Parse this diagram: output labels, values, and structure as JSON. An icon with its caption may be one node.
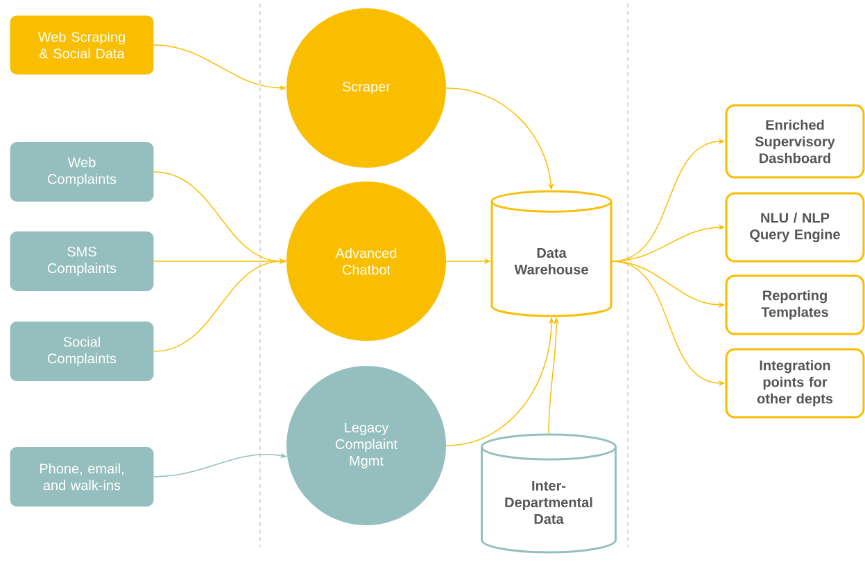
{
  "diagram": {
    "nodes": [
      {
        "text": [
          "Web Scraping & Social Data"
        ]
      },
      {
        "text": [
          "Web Complaints"
        ]
      },
      {
        "text": [
          "SMS Complaints"
        ]
      },
      {
        "text": [
          "Social Complaints"
        ]
      },
      {
        "text": [
          "Phone, email, and walk-ins"
        ]
      },
      {
        "text": [
          "Scraper"
        ]
      },
      {
        "text": [
          "Advanced Chatbot"
        ]
      },
      {
        "text": [
          "Legacy Complaint Mgmt"
        ]
      },
      {
        "text": [
          "Data Warehouse"
        ]
      },
      {
        "text": [
          "Inter-Departmental Data"
        ]
      },
      {
        "text": [
          "Enriched Supervisory Dashboard"
        ]
      },
      {
        "text": [
          "NLU / NLP Query Engine"
        ]
      },
      {
        "text": [
          "Reporting Templates"
        ]
      },
      {
        "text": [
          "Integration points for other depts"
        ]
      }
    ],
    "edges": [
      {
        "from": 0,
        "to": 5,
        "arrow": "to"
      },
      {
        "from": 1,
        "to": 6,
        "arrow": "to"
      },
      {
        "from": 2,
        "to": 6,
        "arrow": "to"
      },
      {
        "from": 3,
        "to": 6,
        "arrow": "to"
      },
      {
        "from": 4,
        "to": 7,
        "arrow": "to",
        "color": "#95bfbe"
      },
      {
        "from": 5,
        "to": 8,
        "arrow": "to"
      },
      {
        "from": 6,
        "to": 8,
        "arrow": "to"
      },
      {
        "from": 7,
        "to": 8,
        "arrow": "to"
      },
      {
        "from": 9,
        "to": 8,
        "arrow": "to"
      },
      {
        "from": 8,
        "to": 10,
        "arrow": "to"
      },
      {
        "from": 8,
        "to": 11,
        "arrow": "to"
      },
      {
        "from": 8,
        "to": 12,
        "arrow": "to"
      },
      {
        "from": 8,
        "to": 13,
        "arrow": "to"
      }
    ]
  }
}
